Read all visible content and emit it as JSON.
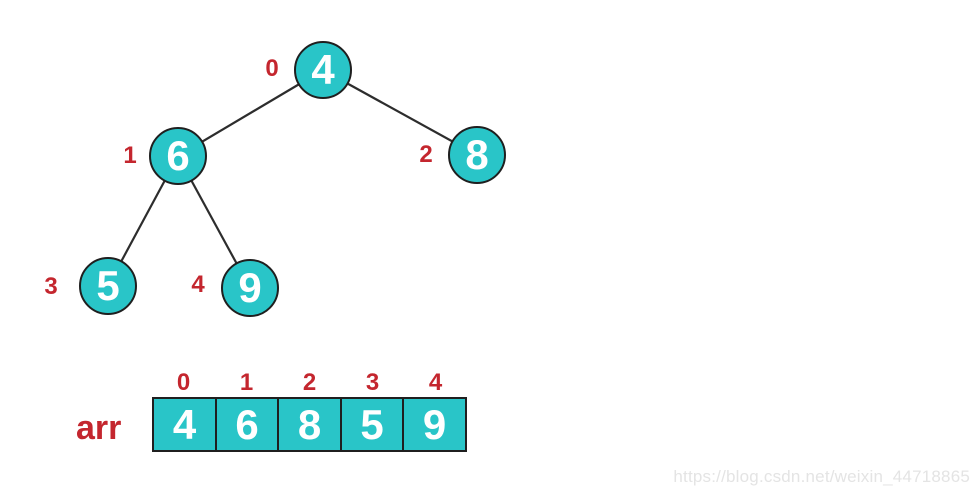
{
  "tree": {
    "nodes": [
      {
        "value": "4",
        "index": "0"
      },
      {
        "value": "6",
        "index": "1"
      },
      {
        "value": "8",
        "index": "2"
      },
      {
        "value": "5",
        "index": "3"
      },
      {
        "value": "9",
        "index": "4"
      }
    ],
    "edges": [
      {
        "from": "0",
        "to": "1"
      },
      {
        "from": "0",
        "to": "2"
      },
      {
        "from": "1",
        "to": "3"
      },
      {
        "from": "1",
        "to": "4"
      }
    ]
  },
  "array": {
    "label": "arr",
    "indices": [
      "0",
      "1",
      "2",
      "3",
      "4"
    ],
    "values": [
      "4",
      "6",
      "8",
      "5",
      "9"
    ]
  },
  "watermark": {
    "text": "https://blog.csdn.net/weixin_44718865"
  },
  "colors": {
    "node_fill": "#29c5c8",
    "node_text": "#ffffff",
    "index_red": "#c4262e",
    "outline": "#1f1f1f",
    "edge": "#2d2d2d",
    "watermark": "#e4e4e4"
  }
}
